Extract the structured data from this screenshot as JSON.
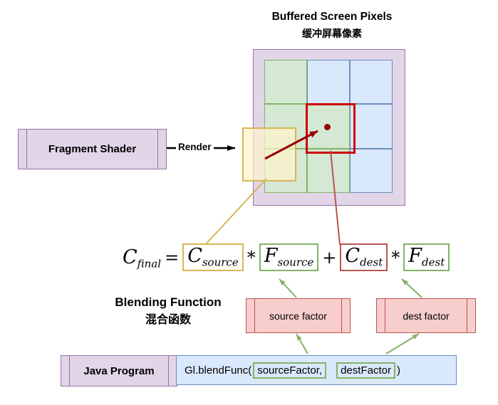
{
  "title": {
    "line1": "Buffered Screen Pixels",
    "line2": "缓冲屏幕像素"
  },
  "fragment_shader_label": "Fragment Shader",
  "render_label": "Render",
  "grid": {
    "cells": [
      "green",
      "blue",
      "blue",
      "green",
      "green",
      "blue",
      "green",
      "green",
      "blue"
    ],
    "highlight": {
      "row": 1,
      "col": 1,
      "border": "#CC0000"
    }
  },
  "formula": {
    "c_final": {
      "base": "C",
      "sub": "final"
    },
    "equals": "=",
    "c_source": {
      "base": "C",
      "sub": "source"
    },
    "times": "*",
    "f_source": {
      "base": "F",
      "sub": "source"
    },
    "plus": "+",
    "c_dest": {
      "base": "C",
      "sub": "dest"
    },
    "f_dest": {
      "base": "F",
      "sub": "dest"
    }
  },
  "blending": {
    "title_en": "Blending Function",
    "title_zh": "混合函数",
    "source_factor_label": "source factor",
    "dest_factor_label": "dest factor"
  },
  "java": {
    "label": "Java Program",
    "code_prefix": "Gl.blendFunc(",
    "arg_source": "sourceFactor,",
    "arg_dest": "destFactor",
    "code_suffix": ")"
  },
  "colors": {
    "purple_fill": "#E1D5E7",
    "purple_border": "#9673A6",
    "green_fill": "#D5E8D4",
    "green_border": "#82B366",
    "blue_fill": "#DAE8FC",
    "blue_border": "#6C8EBF",
    "yellow_fill": "#FFF2CC",
    "yellow_border": "#D6B656",
    "pink_fill": "#F8CECC",
    "pink_border": "#B85450",
    "highlight_red": "#CC0000",
    "arrow_dark_red": "#990000",
    "arrow_green": "#82B366",
    "arrow_black": "#000000"
  }
}
